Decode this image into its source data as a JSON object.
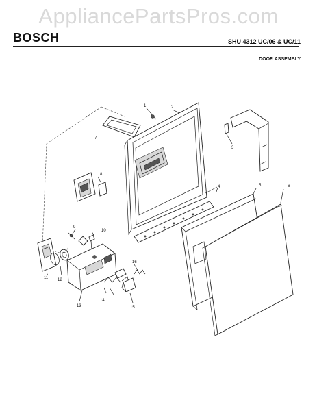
{
  "watermark": "AppliancePartsPros.com",
  "header": {
    "brand": "BOSCH",
    "model": "SHU 4312 UC/06 & UC/11",
    "section": "DOOR ASSEMBLY"
  },
  "callouts": [
    "1",
    "2",
    "3",
    "4",
    "5",
    "6",
    "7",
    "8",
    "9",
    "10",
    "11",
    "12",
    "13",
    "14",
    "15",
    "16"
  ]
}
